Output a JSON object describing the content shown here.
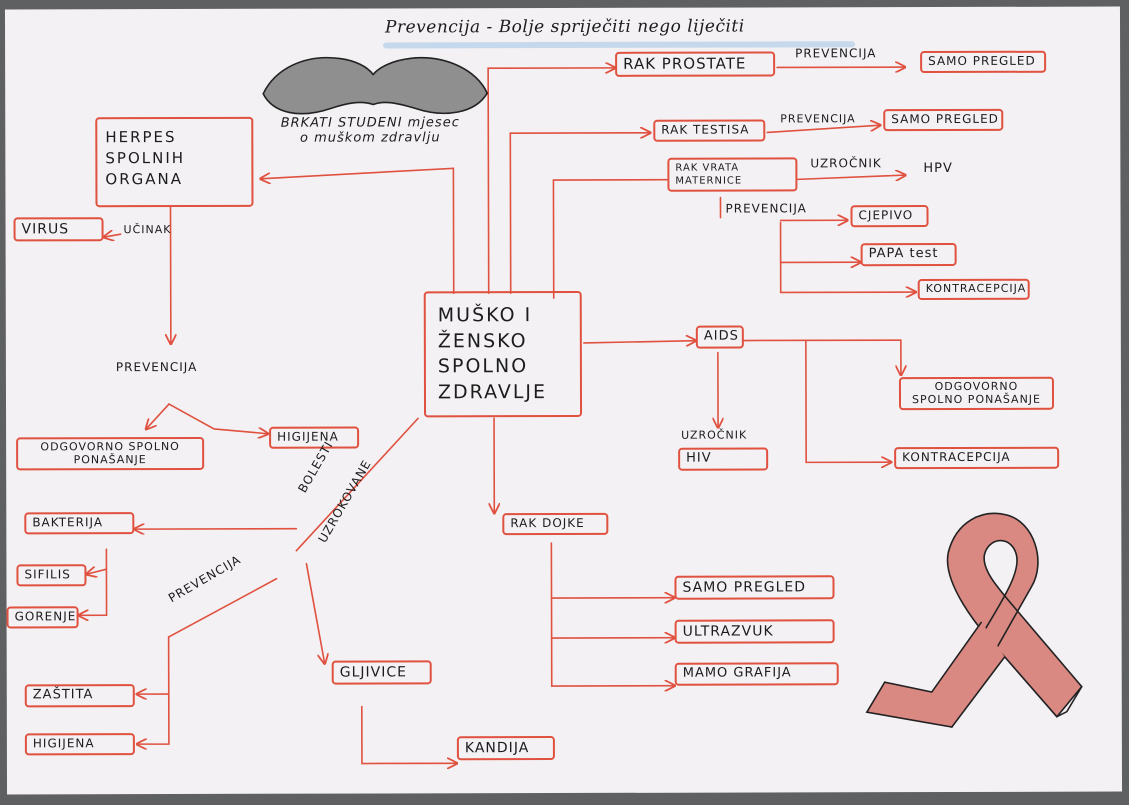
{
  "title": "Prevencija - Bolje spriječiti nego liječiti",
  "center": "MUŠKO I ŽENSKO SPOLNO ZDRAVLJE",
  "mustache_caption": "BRKATI STUDENI mjesec o muškom zdravlju",
  "herpes": {
    "box": "HERPES SPOLNIH ORGANA",
    "ucinak": "UČINAK",
    "virus": "VIRUS",
    "prevencija": "PREVENCIJA",
    "odgovorno": "ODGOVORNO SPOLNO PONAŠANJE",
    "higijena": "HIGIJENA"
  },
  "bolesti": {
    "label_line1": "BOLESTI",
    "label_line2": "UZROKOVANE",
    "bakterija": "BAKTERIJA",
    "sifilis": "SIFILIS",
    "gorenje": "GORENJE",
    "prevencija": "PREVENCIJA",
    "zastita": "ZAŠTITA",
    "higijena": "HIGIJENA",
    "gljivice": "GLJIVICE",
    "kandida": "KANDIJA"
  },
  "prostata": {
    "box": "RAK PROSTATE",
    "prevencija": "PREVENCIJA",
    "pregled": "SAMO PREGLED"
  },
  "testis": {
    "box": "RAK TESTISA",
    "prevencija": "PREVENCIJA",
    "pregled": "SAMO PREGLED"
  },
  "maternica": {
    "box": "RAK VRATA MATERNICE",
    "uzrocnik": "UZROČNIK",
    "hpv": "HPV",
    "prevencija": "PREVENCIJA",
    "cjepivo": "CJEPIVO",
    "papa": "PAPA test",
    "kontracepcija": "KONTRACEPCIJA"
  },
  "aids": {
    "box": "AIDS",
    "uzrocnik": "UZROČNIK",
    "hiv": "HIV",
    "odgovorno": "ODGOVORNO SPOLNO PONAŠANJE",
    "kontracepcija": "KONTRACEPCIJA"
  },
  "dojka": {
    "box": "RAK DOJKE",
    "pregled": "SAMO PREGLED",
    "ultrazvuk": "ULTRAZVUK",
    "mamografija": "MAMO GRAFIJA"
  },
  "colors": {
    "line": "#e0513f",
    "ink": "#1c1c1c",
    "ribbon": "#d98882",
    "mustache": "#8f8f8f",
    "highlight": "#9fc3e6"
  },
  "icons": [
    "mustache-icon",
    "awareness-ribbon-icon"
  ]
}
